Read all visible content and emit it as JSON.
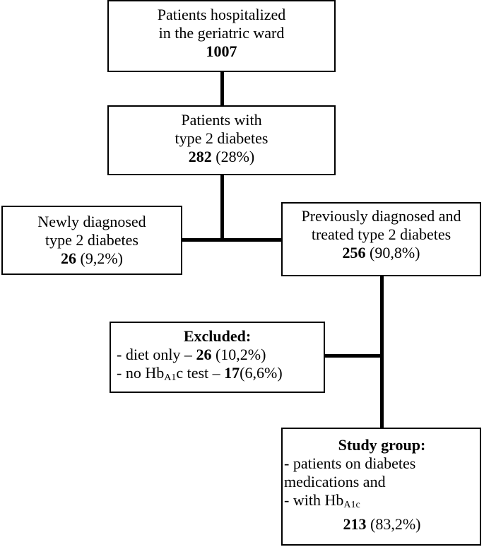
{
  "boxes": {
    "hospitalized": {
      "line1": "Patients hospitalized",
      "line2": "in the geriatric ward",
      "count": "1007"
    },
    "type2": {
      "line1": "Patients with",
      "line2": "type 2 diabetes",
      "count": "282",
      "pct": "(28%)"
    },
    "newly": {
      "line1": "Newly diagnosed",
      "line2": "type 2 diabetes",
      "count": "26",
      "pct": "(9,2%)"
    },
    "previously": {
      "line1": "Previously diagnosed and",
      "line2": "treated type 2 diabetes",
      "count": "256",
      "pct": "(90,8%)"
    },
    "excluded": {
      "title": "Excluded:",
      "item1_text": "- diet only – ",
      "item1_count": "26",
      "item1_pct": " (10,2%)",
      "item2_pre": "- no Hb",
      "item2_sub": "A1",
      "item2_post": "c test – ",
      "item2_count": "17",
      "item2_pct": "(6,6%)"
    },
    "study": {
      "title": "Study group:",
      "line1": " - patients on diabetes",
      "line2": "medications and",
      "line3_pre": " - with Hb",
      "line3_sub": "A1c",
      "count": "213",
      "pct": " (83,2%)"
    }
  }
}
